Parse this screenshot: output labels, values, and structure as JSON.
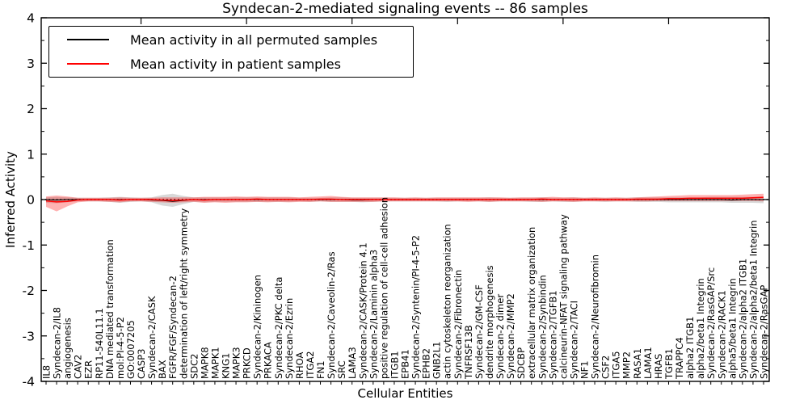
{
  "figure": {
    "title": "Syndecan-2-mediated signaling events -- 86 samples",
    "xlabel": "Cellular Entities",
    "ylabel": "Inferred Activity"
  },
  "legend": {
    "entries": [
      {
        "label": "Mean activity in all permuted samples",
        "color": "#000000"
      },
      {
        "label": "Mean activity in patient samples",
        "color": "#ff0000"
      }
    ],
    "position": "upper left"
  },
  "chart_data": {
    "type": "line",
    "title": "Syndecan-2-mediated signaling events -- 86 samples",
    "xlabel": "Cellular Entities",
    "ylabel": "Inferred Activity",
    "ylim": [
      -4,
      4
    ],
    "yticks": [
      -4,
      -3,
      -2,
      -1,
      0,
      1,
      2,
      3,
      4
    ],
    "grid": false,
    "legend_position": "upper left",
    "zero_line": {
      "y": 0,
      "style": "dotted",
      "color": "#000000"
    },
    "categories": [
      "IL8",
      "Syndecan-2/IL8",
      "angiogenesis",
      "CAV2",
      "EZR",
      "RP11-540L11.1",
      "DNA mediated transformation",
      "mol:PI-4-5-P2",
      "GO:0007205",
      "CASP3",
      "Syndecan-2/CASK",
      "BAX",
      "FGFR/FGF/Syndecan-2",
      "determination of left/right symmetry",
      "SDC2",
      "MAPK8",
      "MAPK1",
      "KNG1",
      "MAPK3",
      "PRKCD",
      "Syndecan-2/Kininogen",
      "PRKACA",
      "Syndecan-2/PKC delta",
      "Syndecan-2/Ezrin",
      "RHOA",
      "ITGA2",
      "FN1",
      "Syndecan-2/Caveolin-2/Ras",
      "SRC",
      "LAMA3",
      "Syndecan-2/CASK/Protein 4.1",
      "Syndecan-2/Laminin alpha3",
      "positive regulation of cell-cell adhesion",
      "ITGB1",
      "EPB41",
      "Syndecan-2/Syntenin/PI-4-5-P2",
      "EPHB2",
      "GNB2L1",
      "actin cytoskeleton reorganization",
      "Syndecan-2/Fibronectin",
      "TNFRSF13B",
      "Syndecan-2/GM-CSF",
      "dendrite morphogenesis",
      "Syndecan-2 dimer",
      "Syndecan-2/MMP2",
      "SDCBP",
      "extracellular matrix organization",
      "Syndecan-2/Synbindin",
      "Syndecan-2/TGFB1",
      "calcineurin-NFAT signaling pathway",
      "Syndecan-2/TACI",
      "NF1",
      "Syndecan-2/Neurofibromin",
      "CSF2",
      "ITGA5",
      "MMP2",
      "RASA1",
      "LAMA1",
      "HRAS",
      "TGFB1",
      "TRAPPC4",
      "alpha2 ITGB1",
      "alpha2/beta1 Integrin",
      "Syndecan-2/RasGAP/Src",
      "Syndecan-2/RACK1",
      "alpha5/beta1 Integrin",
      "Syndecan-2/alpha2 ITGB1",
      "Syndecan-2/alpha2/beta1 Integrin",
      "Syndecan-2/RasGAP"
    ],
    "series": [
      {
        "name": "Mean activity in all permuted samples",
        "color": "#000000",
        "band_color": "rgba(125,125,125,0.30)",
        "values": [
          0,
          -0.01,
          0,
          0,
          0,
          0,
          0,
          0,
          0,
          0,
          -0.01,
          -0.02,
          -0.04,
          -0.02,
          0,
          0,
          0,
          0,
          0,
          0,
          0,
          0,
          0,
          0,
          0,
          0,
          0,
          0,
          0,
          -0.01,
          -0.01,
          0,
          0,
          0,
          0,
          0,
          0,
          0,
          0,
          0,
          0,
          0,
          0,
          0,
          0,
          0,
          0,
          0,
          0,
          0,
          0,
          0,
          0,
          0,
          0,
          0,
          0,
          0,
          0,
          0,
          0,
          0,
          0,
          0,
          0,
          -0.01,
          0,
          0,
          0
        ],
        "band_lower": [
          -0.07,
          -0.08,
          -0.06,
          -0.04,
          -0.04,
          -0.04,
          -0.05,
          -0.07,
          -0.05,
          -0.04,
          -0.06,
          -0.13,
          -0.16,
          -0.1,
          -0.05,
          -0.06,
          -0.05,
          -0.05,
          -0.05,
          -0.05,
          -0.05,
          -0.05,
          -0.05,
          -0.05,
          -0.04,
          -0.05,
          -0.04,
          -0.05,
          -0.05,
          -0.05,
          -0.06,
          -0.05,
          -0.04,
          -0.04,
          -0.04,
          -0.04,
          -0.04,
          -0.04,
          -0.05,
          -0.04,
          -0.04,
          -0.04,
          -0.05,
          -0.04,
          -0.04,
          -0.04,
          -0.05,
          -0.05,
          -0.04,
          -0.05,
          -0.05,
          -0.04,
          -0.04,
          -0.05,
          -0.04,
          -0.04,
          -0.05,
          -0.05,
          -0.05,
          -0.06,
          -0.06,
          -0.06,
          -0.06,
          -0.06,
          -0.06,
          -0.07,
          -0.07,
          -0.07,
          -0.08
        ],
        "band_upper": [
          0.05,
          0.06,
          0.05,
          0.04,
          0.04,
          0.04,
          0.05,
          0.06,
          0.05,
          0.04,
          0.05,
          0.1,
          0.13,
          0.08,
          0.05,
          0.05,
          0.05,
          0.05,
          0.05,
          0.05,
          0.05,
          0.05,
          0.05,
          0.05,
          0.04,
          0.04,
          0.04,
          0.05,
          0.05,
          0.04,
          0.04,
          0.04,
          0.04,
          0.04,
          0.04,
          0.04,
          0.04,
          0.04,
          0.04,
          0.04,
          0.04,
          0.04,
          0.05,
          0.04,
          0.04,
          0.04,
          0.04,
          0.05,
          0.04,
          0.04,
          0.05,
          0.04,
          0.04,
          0.04,
          0.04,
          0.04,
          0.05,
          0.05,
          0.05,
          0.05,
          0.05,
          0.05,
          0.05,
          0.06,
          0.06,
          0.06,
          0.06,
          0.06,
          0.07
        ]
      },
      {
        "name": "Mean activity in patient samples",
        "color": "#ff0000",
        "band_color": "rgba(255,0,0,0.30)",
        "values": [
          -0.03,
          -0.05,
          -0.04,
          -0.01,
          0,
          0,
          0,
          -0.01,
          0,
          0,
          0,
          -0.01,
          -0.02,
          -0.01,
          0,
          -0.01,
          0,
          0,
          0,
          0,
          0.01,
          0,
          0,
          0,
          0,
          0,
          0.01,
          0.01,
          0,
          0,
          0,
          0,
          0,
          0,
          0,
          0,
          0,
          0,
          0,
          0,
          0,
          0,
          0,
          0,
          0,
          0,
          0,
          0.01,
          0,
          0,
          0,
          0,
          0,
          0,
          0,
          0,
          0.01,
          0.01,
          0.01,
          0.02,
          0.02,
          0.03,
          0.03,
          0.03,
          0.03,
          0.03,
          0.03,
          0.04,
          0.05
        ],
        "band_lower": [
          -0.16,
          -0.26,
          -0.15,
          -0.06,
          -0.04,
          -0.04,
          -0.05,
          -0.06,
          -0.04,
          -0.04,
          -0.05,
          -0.06,
          -0.07,
          -0.06,
          -0.05,
          -0.07,
          -0.06,
          -0.07,
          -0.06,
          -0.06,
          -0.05,
          -0.06,
          -0.05,
          -0.06,
          -0.05,
          -0.05,
          -0.04,
          -0.05,
          -0.05,
          -0.05,
          -0.05,
          -0.05,
          -0.04,
          -0.04,
          -0.04,
          -0.04,
          -0.04,
          -0.04,
          -0.04,
          -0.04,
          -0.05,
          -0.04,
          -0.05,
          -0.04,
          -0.04,
          -0.04,
          -0.04,
          -0.05,
          -0.04,
          -0.04,
          -0.05,
          -0.04,
          -0.04,
          -0.04,
          -0.04,
          -0.04,
          -0.04,
          -0.04,
          -0.03,
          -0.03,
          -0.03,
          -0.03,
          -0.03,
          -0.03,
          -0.03,
          -0.03,
          -0.03,
          -0.03,
          -0.04
        ],
        "band_upper": [
          0.07,
          0.09,
          0.07,
          0.04,
          0.04,
          0.04,
          0.04,
          0.05,
          0.04,
          0.04,
          0.04,
          0.05,
          0.05,
          0.05,
          0.05,
          0.06,
          0.06,
          0.06,
          0.07,
          0.06,
          0.07,
          0.06,
          0.06,
          0.06,
          0.05,
          0.06,
          0.07,
          0.08,
          0.06,
          0.05,
          0.05,
          0.05,
          0.05,
          0.05,
          0.04,
          0.05,
          0.04,
          0.05,
          0.05,
          0.05,
          0.05,
          0.05,
          0.05,
          0.05,
          0.04,
          0.05,
          0.05,
          0.05,
          0.06,
          0.05,
          0.05,
          0.04,
          0.05,
          0.04,
          0.05,
          0.04,
          0.05,
          0.06,
          0.07,
          0.08,
          0.09,
          0.1,
          0.1,
          0.1,
          0.1,
          0.1,
          0.11,
          0.12,
          0.13
        ]
      }
    ]
  }
}
